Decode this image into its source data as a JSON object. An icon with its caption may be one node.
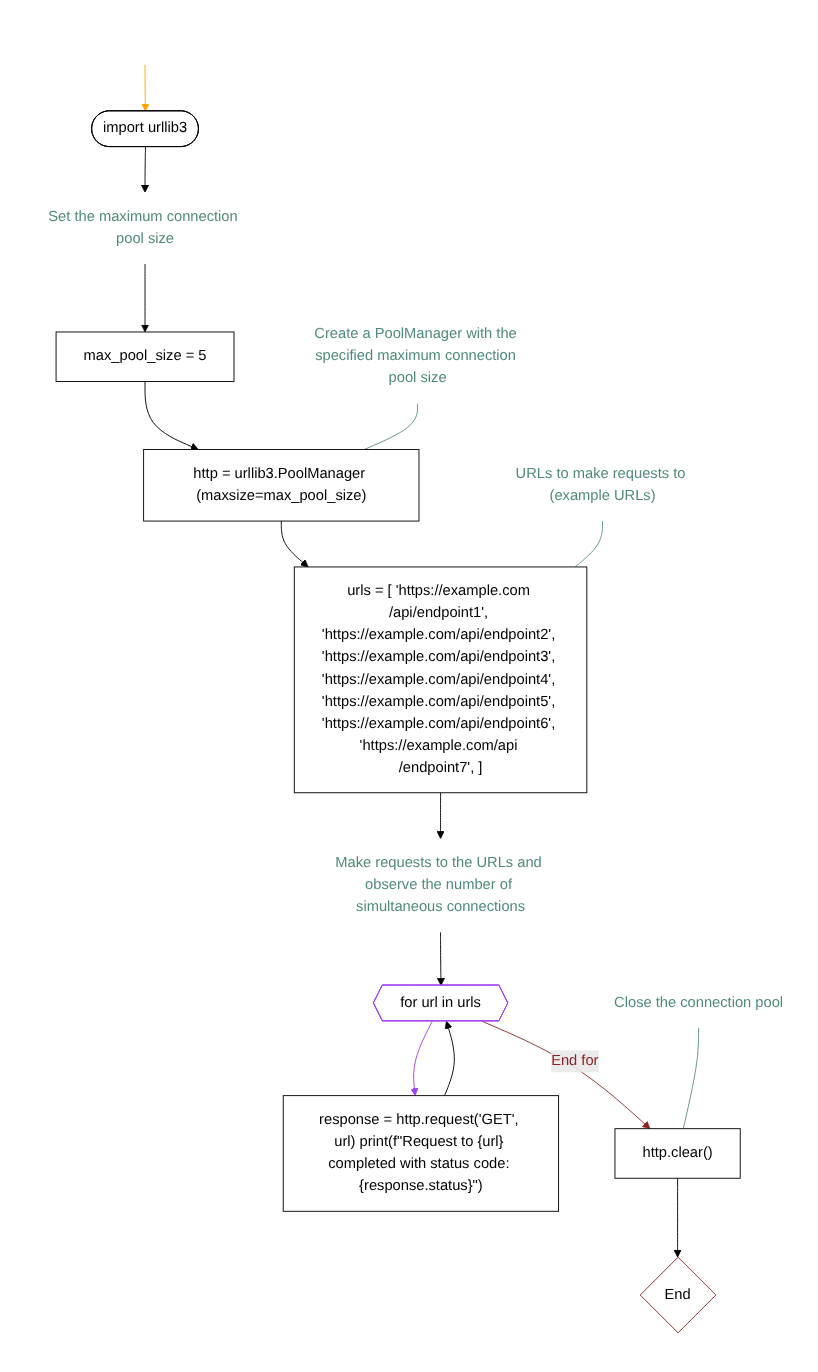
{
  "diagram": {
    "nodes": [
      {
        "text": [
          "import urllib3"
        ]
      },
      {
        "text": [
          "Set the maximum connection pool size"
        ]
      },
      {
        "text": [
          "max_pool_size = 5"
        ]
      },
      {
        "text": [
          "http = urllib3.PoolManager (maxsize=max_pool_size)"
        ]
      },
      {
        "text": [
          "urls = [ 'https://example.com /api/endpoint1', 'https://example.com/api/endpoint2', 'https://example.com/api/endpoint3', 'https://example.com/api/endpoint4', 'https://example.com/api/endpoint5', 'https://example.com/api/endpoint6', 'https://example.com/api /endpoint7', ]"
        ]
      },
      {
        "text": [
          "Make requests to the URLs and observe the number of simultaneous connections"
        ]
      },
      {
        "text": [
          "for url in urls"
        ]
      },
      {
        "text": [
          "response = http.request('GET', url) print(f\"Request to {url} completed with status code: {response.status}\")"
        ]
      },
      {
        "text": [
          "http.clear()"
        ]
      },
      {
        "text": [
          "End"
        ]
      },
      {
        "text": [
          "Create a PoolManager with the specified maximum connection pool size"
        ]
      },
      {
        "text": [
          "URLs to make requests to (example URLs)"
        ]
      },
      {
        "text": [
          "Close the connection pool"
        ]
      }
    ],
    "edges": [
      {
        "from": null,
        "to": 0,
        "arrow": "to",
        "color": "#ffa500"
      },
      {
        "from": 0,
        "to": 1,
        "arrow": "to"
      },
      {
        "from": 1,
        "to": 2,
        "arrow": "to"
      },
      {
        "from": 2,
        "to": 3,
        "arrow": "to"
      },
      {
        "from": 3,
        "to": 4,
        "arrow": "to"
      },
      {
        "from": 4,
        "to": 5,
        "arrow": "to"
      },
      {
        "from": 5,
        "to": 6,
        "arrow": "to"
      },
      {
        "from": 6,
        "to": 7,
        "arrow": "to",
        "color": "#a040f0"
      },
      {
        "from": 7,
        "to": 6,
        "arrow": "to"
      },
      {
        "from": 6,
        "to": 8,
        "arrow": "to",
        "label": "End for",
        "color": "#8b2323"
      },
      {
        "from": 8,
        "to": 9,
        "arrow": "to"
      },
      {
        "from": 10,
        "to": 3,
        "arrow": "none",
        "color": "#5f8f7f"
      },
      {
        "from": 11,
        "to": 4,
        "arrow": "none",
        "color": "#5f8f7f"
      },
      {
        "from": 12,
        "to": 8,
        "arrow": "none",
        "color": "#5f8f7f"
      }
    ]
  }
}
